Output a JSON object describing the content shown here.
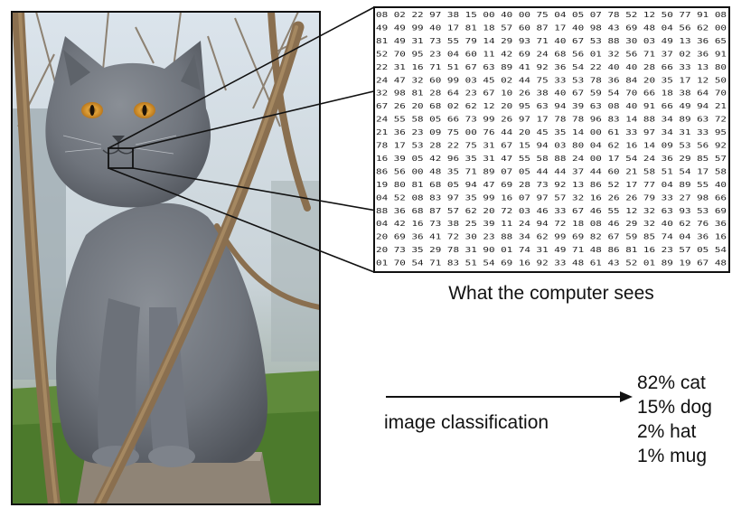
{
  "caption": "What the computer sees",
  "arrow_label": "image classification",
  "predictions": [
    {
      "label": "82% cat"
    },
    {
      "label": "15% dog"
    },
    {
      "label": "2% hat"
    },
    {
      "label": "1% mug"
    }
  ],
  "pixel_grid_rows": [
    "08 02 22 97 38 15 00 40 00 75 04 05 07 78 52 12 50 77 91 08",
    "49 49 99 40 17 81 18 57 60 87 17 40 98 43 69 48 04 56 62 00",
    "81 49 31 73 55 79 14 29 93 71 40 67 53 88 30 03 49 13 36 65",
    "52 70 95 23 04 60 11 42 69 24 68 56 01 32 56 71 37 02 36 91",
    "22 31 16 71 51 67 63 89 41 92 36 54 22 40 40 28 66 33 13 80",
    "24 47 32 60 99 03 45 02 44 75 33 53 78 36 84 20 35 17 12 50",
    "32 98 81 28 64 23 67 10 26 38 40 67 59 54 70 66 18 38 64 70",
    "67 26 20 68 02 62 12 20 95 63 94 39 63 08 40 91 66 49 94 21",
    "24 55 58 05 66 73 99 26 97 17 78 78 96 83 14 88 34 89 63 72",
    "21 36 23 09 75 00 76 44 20 45 35 14 00 61 33 97 34 31 33 95",
    "78 17 53 28 22 75 31 67 15 94 03 80 04 62 16 14 09 53 56 92",
    "16 39 05 42 96 35 31 47 55 58 88 24 00 17 54 24 36 29 85 57",
    "86 56 00 48 35 71 89 07 05 44 44 37 44 60 21 58 51 54 17 58",
    "19 80 81 68 05 94 47 69 28 73 92 13 86 52 17 77 04 89 55 40",
    "04 52 08 83 97 35 99 16 07 97 57 32 16 26 26 79 33 27 98 66",
    "88 36 68 87 57 62 20 72 03 46 33 67 46 55 12 32 63 93 53 69",
    "04 42 16 73 38 25 39 11 24 94 72 18 08 46 29 32 40 62 76 36",
    "20 69 36 41 72 30 23 88 34 62 99 69 82 67 59 85 74 04 36 16",
    "20 73 35 29 78 31 90 01 74 31 49 71 48 86 81 16 23 57 05 54",
    "01 70 54 71 83 51 54 69 16 92 33 48 61 43 52 01 89 19 67 48"
  ]
}
